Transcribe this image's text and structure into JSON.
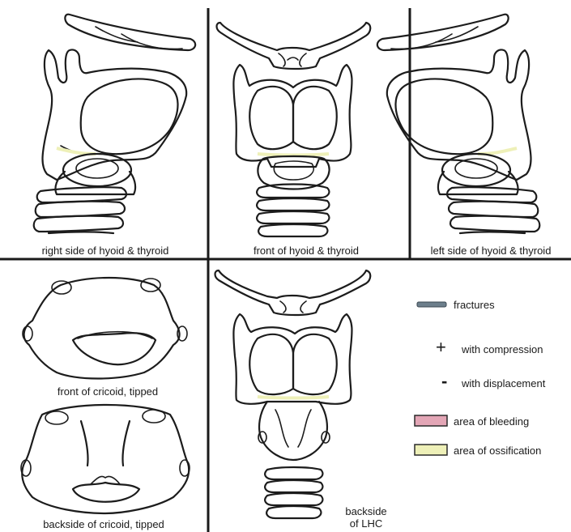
{
  "panels": {
    "right_side": "right side of hyoid & thyroid",
    "front": "front of hyoid & thyroid",
    "left_side": "left side of hyoid & thyroid",
    "cricoid_front": "front of cricoid, tipped",
    "cricoid_back": "backside of cricoid, tipped",
    "lhc_back_line1": "backside",
    "lhc_back_line2": "of LHC"
  },
  "legend": {
    "fractures": "fractures",
    "compression_symbol": "+",
    "compression": "with compression",
    "displacement_symbol": "-",
    "displacement": "with displacement",
    "bleeding": "area of bleeding",
    "ossification": "area of ossification"
  },
  "colors": {
    "ink": "#1c1c1c",
    "fracture": "#6d7f8c",
    "bleeding": "#e3a6b6",
    "ossification": "#eef0b8"
  }
}
